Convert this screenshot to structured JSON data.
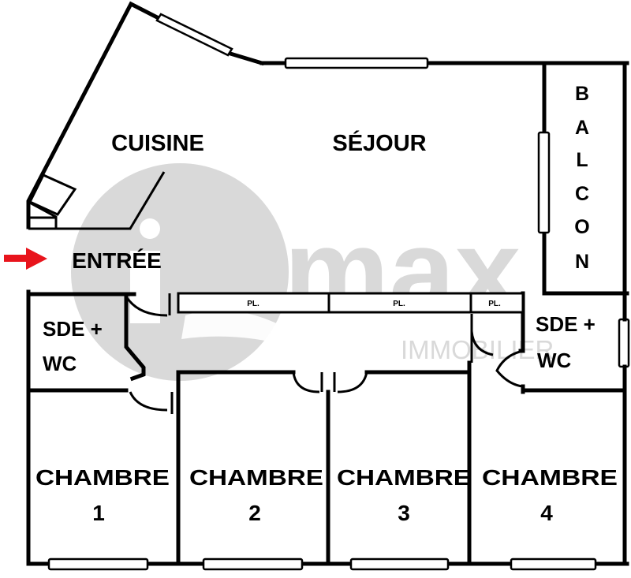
{
  "plan": {
    "rooms": {
      "cuisine": "CUISINE",
      "sejour": "SÉJOUR",
      "balcon": [
        "B",
        "A",
        "L",
        "C",
        "O",
        "N"
      ],
      "entree": "ENTRÉE",
      "sde_left": {
        "line1": "SDE +",
        "line2": "WC"
      },
      "sde_right": {
        "line1": "SDE +",
        "line2": "WC"
      },
      "chambres": [
        {
          "line1": "CHAMBRE",
          "line2": "1"
        },
        {
          "line1": "CHAMBRE",
          "line2": "2"
        },
        {
          "line1": "CHAMBRE",
          "line2": "3"
        },
        {
          "line1": "CHAMBRE",
          "line2": "4"
        }
      ]
    },
    "closets": [
      "PL.",
      "PL.",
      "PL."
    ],
    "entry_arrow": {
      "icon": "arrow-right-icon",
      "color": "#e8141c"
    }
  },
  "watermark": {
    "brand": "max",
    "subtitle": "IMMOBILIER",
    "color": "#d9d9d9"
  }
}
